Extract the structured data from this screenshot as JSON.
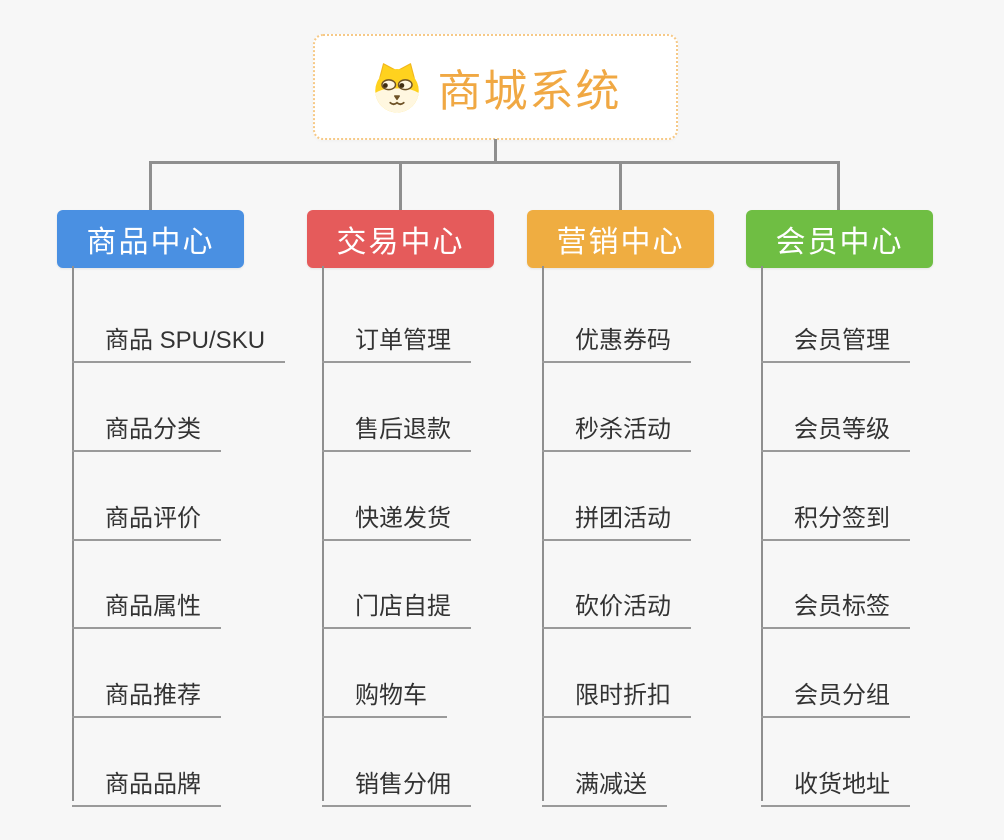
{
  "root": {
    "title": "商城系统",
    "icon": "shiba-dog-icon"
  },
  "branches": [
    {
      "label": "商品中心",
      "color": "#4a90e2",
      "items": [
        "商品 SPU/SKU",
        "商品分类",
        "商品评价",
        "商品属性",
        "商品推荐",
        "商品品牌"
      ]
    },
    {
      "label": "交易中心",
      "color": "#e55b5b",
      "items": [
        "订单管理",
        "售后退款",
        "快递发货",
        "门店自提",
        "购物车",
        "销售分佣"
      ]
    },
    {
      "label": "营销中心",
      "color": "#efad41",
      "items": [
        "优惠券码",
        "秒杀活动",
        "拼团活动",
        "砍价活动",
        "限时折扣",
        "满减送"
      ]
    },
    {
      "label": "会员中心",
      "color": "#6fbe43",
      "items": [
        "会员管理",
        "会员等级",
        "积分签到",
        "会员标签",
        "会员分组",
        "收货地址"
      ]
    }
  ],
  "colors": {
    "background": "#f7f7f7",
    "connector_line": "#8f8f8f",
    "item_underline": "#9a9a9a",
    "item_text": "#333333",
    "root_title": "#f0a843",
    "root_border": "#f6c987"
  }
}
